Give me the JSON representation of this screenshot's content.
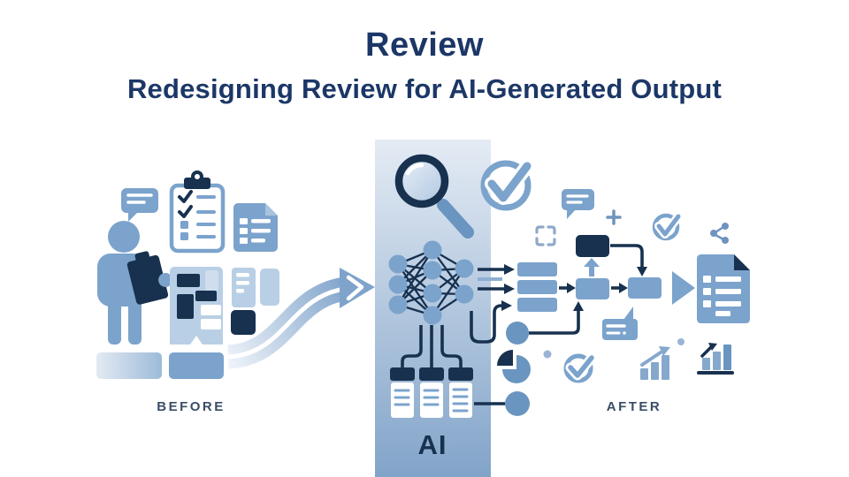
{
  "title": {
    "main": "Review",
    "subtitle": "Redesigning Review for AI-Generated Output"
  },
  "sections": {
    "before": {
      "label": "BEFORE",
      "icons": [
        "speech-bubble",
        "reviewer-person",
        "clipboard",
        "checklist-clipboard",
        "document",
        "kanban-board",
        "list-card",
        "pill-card",
        "dark-square",
        "progress-bars"
      ]
    },
    "center": {
      "label": "AI",
      "icons": [
        "magnifier",
        "check-circle",
        "neural-network",
        "data-cards",
        "output-arrows"
      ]
    },
    "after": {
      "label": "AFTER",
      "icons": [
        "speech-bubble",
        "scan-frame",
        "plus",
        "check-circle",
        "share",
        "flowchart-nodes",
        "comment-bubble",
        "pie-chart",
        "growth-chart",
        "bar-chart",
        "report-document"
      ]
    }
  },
  "colors": {
    "background": "#ffffff",
    "title_navy": "#1c3767",
    "navy": "#17314f",
    "mid_blue": "#7ba3cc",
    "mid_blue_2": "#6a95c1",
    "light_blue": "#b9cfe5",
    "pale_blue": "#dce6f1",
    "label_slate": "#3a4d67"
  }
}
